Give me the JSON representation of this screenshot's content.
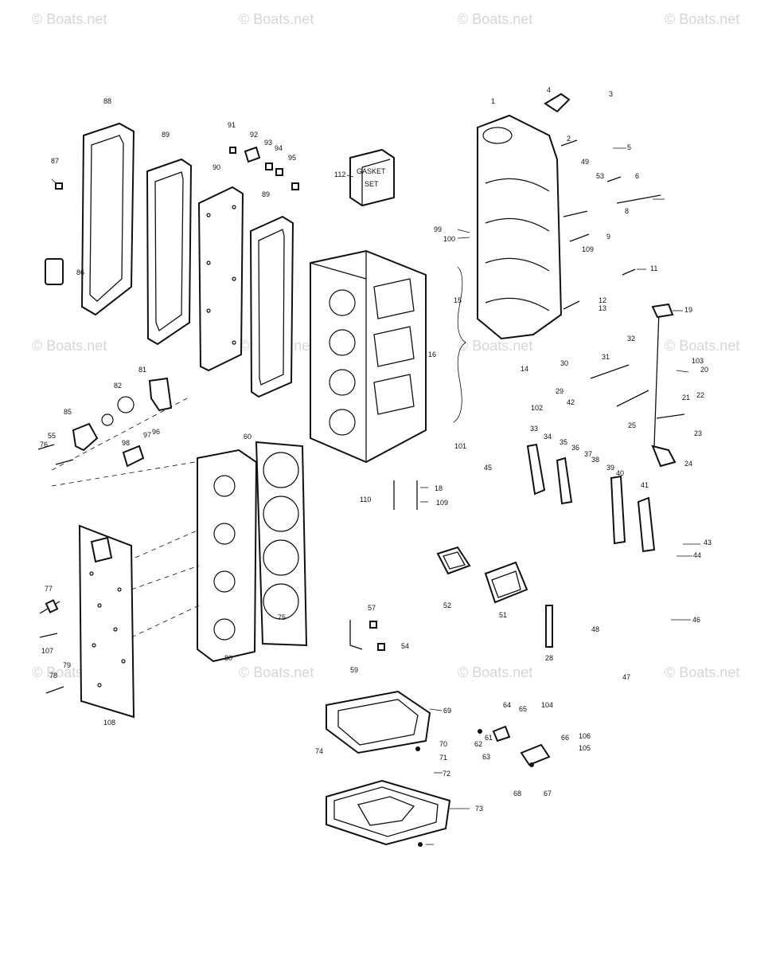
{
  "watermark": "© Boats.net",
  "labels": [
    {
      "key": "l1",
      "text": "1"
    },
    {
      "key": "l2",
      "text": "2"
    },
    {
      "key": "l3",
      "text": "3"
    },
    {
      "key": "l4",
      "text": "4"
    },
    {
      "key": "l5",
      "text": "5"
    },
    {
      "key": "l6",
      "text": "6"
    },
    {
      "key": "l8",
      "text": "8"
    },
    {
      "key": "l9",
      "text": "9"
    },
    {
      "key": "l11",
      "text": "11"
    },
    {
      "key": "l12",
      "text": "12"
    },
    {
      "key": "l13",
      "text": "13"
    },
    {
      "key": "l14",
      "text": "14"
    },
    {
      "key": "l15",
      "text": "15"
    },
    {
      "key": "l16",
      "text": "16"
    },
    {
      "key": "l18",
      "text": "18"
    },
    {
      "key": "l19",
      "text": "19"
    },
    {
      "key": "l20",
      "text": "20"
    },
    {
      "key": "l21",
      "text": "21"
    },
    {
      "key": "l22",
      "text": "22"
    },
    {
      "key": "l23",
      "text": "23"
    },
    {
      "key": "l24",
      "text": "24"
    },
    {
      "key": "l25",
      "text": "25"
    },
    {
      "key": "l28",
      "text": "28"
    },
    {
      "key": "l29",
      "text": "29"
    },
    {
      "key": "l30",
      "text": "30"
    },
    {
      "key": "l31",
      "text": "31"
    },
    {
      "key": "l32",
      "text": "32"
    },
    {
      "key": "l33",
      "text": "33"
    },
    {
      "key": "l34",
      "text": "34"
    },
    {
      "key": "l35",
      "text": "35"
    },
    {
      "key": "l36",
      "text": "36"
    },
    {
      "key": "l37",
      "text": "37"
    },
    {
      "key": "l38",
      "text": "38"
    },
    {
      "key": "l39",
      "text": "39"
    },
    {
      "key": "l40",
      "text": "40"
    },
    {
      "key": "l41",
      "text": "41"
    },
    {
      "key": "l42",
      "text": "42"
    },
    {
      "key": "l43",
      "text": "43"
    },
    {
      "key": "l44",
      "text": "44"
    },
    {
      "key": "l45",
      "text": "45"
    },
    {
      "key": "l46",
      "text": "46"
    },
    {
      "key": "l47",
      "text": "47"
    },
    {
      "key": "l48",
      "text": "48"
    },
    {
      "key": "l49",
      "text": "49"
    },
    {
      "key": "l51",
      "text": "51"
    },
    {
      "key": "l52",
      "text": "52"
    },
    {
      "key": "l53",
      "text": "53"
    },
    {
      "key": "l54",
      "text": "54"
    },
    {
      "key": "l55",
      "text": "55"
    },
    {
      "key": "l57",
      "text": "57"
    },
    {
      "key": "l59",
      "text": "59"
    },
    {
      "key": "l60",
      "text": "60"
    },
    {
      "key": "l61",
      "text": "61"
    },
    {
      "key": "l62",
      "text": "62"
    },
    {
      "key": "l63",
      "text": "63"
    },
    {
      "key": "l64",
      "text": "64"
    },
    {
      "key": "l65",
      "text": "65"
    },
    {
      "key": "l66",
      "text": "66"
    },
    {
      "key": "l67",
      "text": "67"
    },
    {
      "key": "l68",
      "text": "68"
    },
    {
      "key": "l69",
      "text": "69"
    },
    {
      "key": "l70",
      "text": "70"
    },
    {
      "key": "l71",
      "text": "71"
    },
    {
      "key": "l72",
      "text": "72"
    },
    {
      "key": "l73",
      "text": "73"
    },
    {
      "key": "l74",
      "text": "74"
    },
    {
      "key": "l75",
      "text": "75"
    },
    {
      "key": "l76",
      "text": "76"
    },
    {
      "key": "l77",
      "text": "77"
    },
    {
      "key": "l78",
      "text": "78"
    },
    {
      "key": "l79",
      "text": "79"
    },
    {
      "key": "l80",
      "text": "80"
    },
    {
      "key": "l81",
      "text": "81"
    },
    {
      "key": "l82",
      "text": "82"
    },
    {
      "key": "l85",
      "text": "85"
    },
    {
      "key": "l86",
      "text": "86"
    },
    {
      "key": "l87",
      "text": "87"
    },
    {
      "key": "l88",
      "text": "88"
    },
    {
      "key": "l89a",
      "text": "89"
    },
    {
      "key": "l89b",
      "text": "89"
    },
    {
      "key": "l90",
      "text": "90"
    },
    {
      "key": "l91",
      "text": "91"
    },
    {
      "key": "l92",
      "text": "92"
    },
    {
      "key": "l93",
      "text": "93"
    },
    {
      "key": "l94",
      "text": "94"
    },
    {
      "key": "l95",
      "text": "95"
    },
    {
      "key": "l96",
      "text": "96"
    },
    {
      "key": "l97",
      "text": "97"
    },
    {
      "key": "l98",
      "text": "98"
    },
    {
      "key": "l99",
      "text": "99"
    },
    {
      "key": "l100",
      "text": "100"
    },
    {
      "key": "l101",
      "text": "101"
    },
    {
      "key": "l102",
      "text": "102"
    },
    {
      "key": "l103",
      "text": "103"
    },
    {
      "key": "l104",
      "text": "104"
    },
    {
      "key": "l105",
      "text": "105"
    },
    {
      "key": "l106",
      "text": "106"
    },
    {
      "key": "l107",
      "text": "107"
    },
    {
      "key": "l108",
      "text": "108"
    },
    {
      "key": "l109a",
      "text": "109"
    },
    {
      "key": "l109b",
      "text": "109"
    },
    {
      "key": "l110",
      "text": "110"
    },
    {
      "key": "l112",
      "text": "112"
    }
  ],
  "kit_box": {
    "line1": "GASKET",
    "line2": "SET"
  }
}
